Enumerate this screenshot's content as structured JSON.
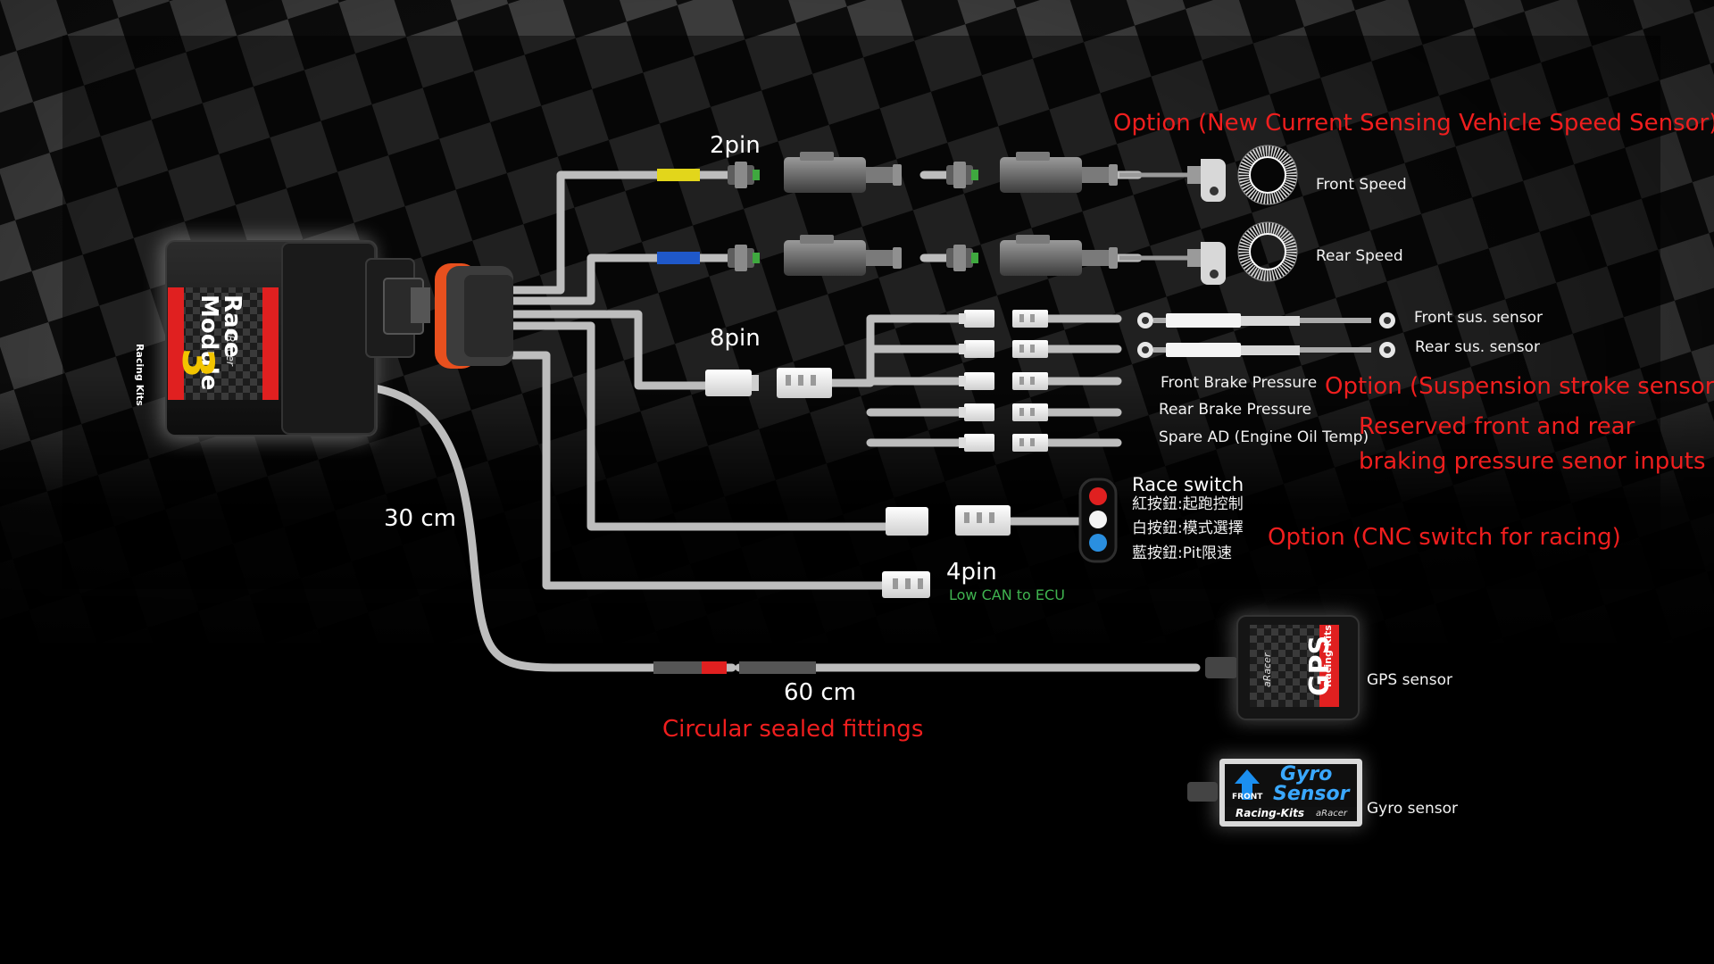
{
  "module": {
    "brand": "aRacer",
    "line1": "Race",
    "line2": "Module",
    "number": "3",
    "sub": "Racing Kits"
  },
  "gps": {
    "brand": "aRacer",
    "name": "GPS",
    "sub": "Racing Kits"
  },
  "gyro": {
    "title1": "Gyro",
    "title2": "Sensor",
    "arrow_label": "FRONT",
    "sub": "Racing-Kits",
    "brand": "aRacer"
  },
  "labels": {
    "pin2": "2pin",
    "pin8": "8pin",
    "pin4": "4pin",
    "can": "Low  CAN to ECU",
    "len30": "30 cm",
    "len60": "60 cm",
    "front_speed": "Front Speed",
    "rear_speed": "Rear Speed",
    "front_sus": "Front sus. sensor",
    "rear_sus": "Rear sus. sensor",
    "front_brake": "Front Brake Pressure",
    "rear_brake": "Rear Brake Pressure",
    "spare_ad": "Spare AD (Engine Oil Temp)",
    "race_switch": "Race switch",
    "red_btn": "紅按鈕:起跑控制",
    "white_btn": "白按鈕:模式選擇",
    "blue_btn": "藍按鈕:Pit限速",
    "gps_sensor": "GPS sensor",
    "gyro_sensor": "Gyro sensor"
  },
  "options": {
    "speed": "Option (New Current Sensing Vehicle Speed Sensor)",
    "suspension": "Option (Suspension stroke sensor)",
    "reserved1": "Reserved front and rear",
    "reserved2": "braking pressure senor inputs",
    "cnc": "Option (CNC switch for racing)",
    "sealed": "Circular sealed fittings"
  },
  "colors": {
    "option_text": "#f01e1e",
    "can_text": "#3fb34f",
    "wire": "#bdbdbd",
    "tag_yellow": "#e2d61b",
    "tag_blue": "#1f58c9",
    "module_orange": "#e8501e",
    "btn_red": "#e02020",
    "btn_blue": "#2a8fe0",
    "gyro_blue": "#1b8ff0"
  }
}
